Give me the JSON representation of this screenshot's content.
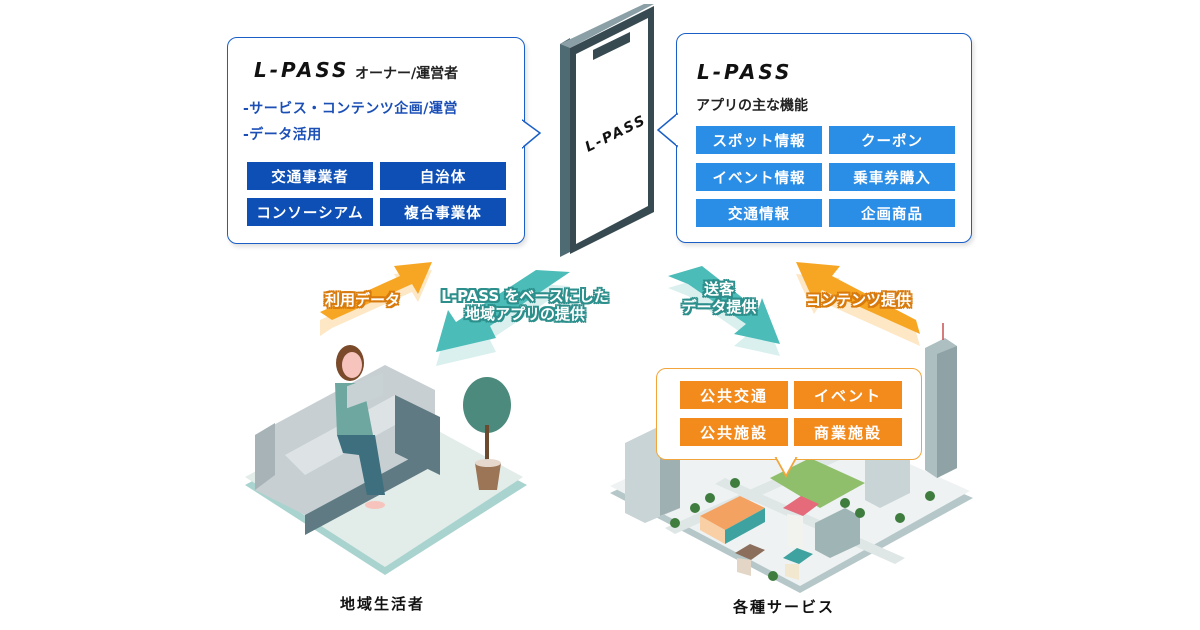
{
  "owner_card": {
    "brand": "L-PASS",
    "subtitle": "オーナー/運営者",
    "bullets": [
      "-サービス・コンテンツ企画/運営",
      "-データ活用"
    ],
    "tags": [
      "交通事業者",
      "自治体",
      "コンソーシアム",
      "複合事業体"
    ]
  },
  "phone": {
    "screen_text": "L-PASS"
  },
  "app_card": {
    "brand": "L-PASS",
    "subtitle": "アプリの主な機能",
    "tags": [
      "スポット情報",
      "クーポン",
      "イベント情報",
      "乗車券購入",
      "交通情報",
      "企画商品"
    ]
  },
  "arrows": {
    "usage_data": "利用データ",
    "regional_app_line1": "L-PASS をベースにした",
    "regional_app_line2": "地域アプリの提供",
    "customer_data_line1": "送客",
    "customer_data_line2": "データ提供",
    "content_provision": "コンテンツ提供"
  },
  "service_card": {
    "tags": [
      "公共交通",
      "イベント",
      "公共施設",
      "商業施設"
    ]
  },
  "captions": {
    "residents": "地域生活者",
    "services": "各種サービス"
  },
  "colors": {
    "dark_blue": "#0d4fb5",
    "light_blue": "#2b8ee6",
    "orange": "#f28a1c",
    "teal": "#4bbcb8",
    "arrow_orange": "#f7a623"
  }
}
